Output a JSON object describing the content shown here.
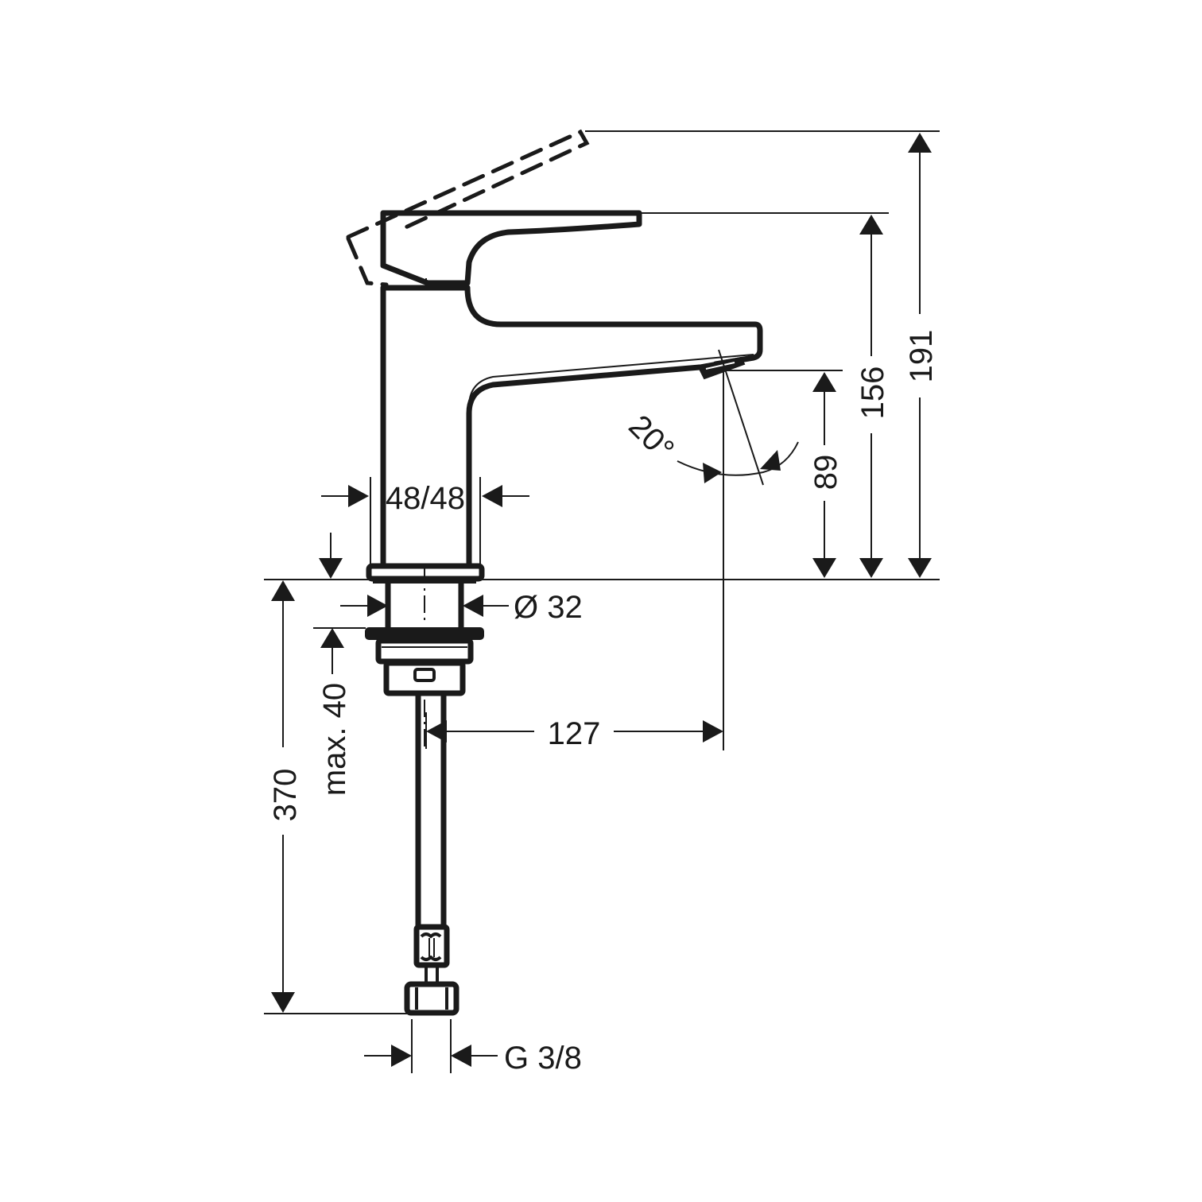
{
  "drawing": {
    "title": "Basin mixer technical dimension drawing",
    "line_color": "#1a1a1a",
    "background": "#ffffff"
  },
  "dimensions": {
    "total_height": "191",
    "lever_height": "156",
    "spout_height": "89",
    "spout_angle": "20°",
    "body_width": "48/48",
    "shank_diameter": "Ø 32",
    "max_countertop": "max. 40",
    "hose_length": "370",
    "spout_reach": "127",
    "connection_thread": "G 3/8"
  },
  "parts": {
    "lever": "lever",
    "lever_raised": "lever-raised-position",
    "spout": "spout",
    "aerator": "aerator",
    "body": "mixer-body",
    "base_plate": "base-plate",
    "shank": "threaded-shank",
    "fixing_nut": "fixing-nut",
    "hose": "supply-hose",
    "hose_nut": "hose-connection-nut"
  }
}
